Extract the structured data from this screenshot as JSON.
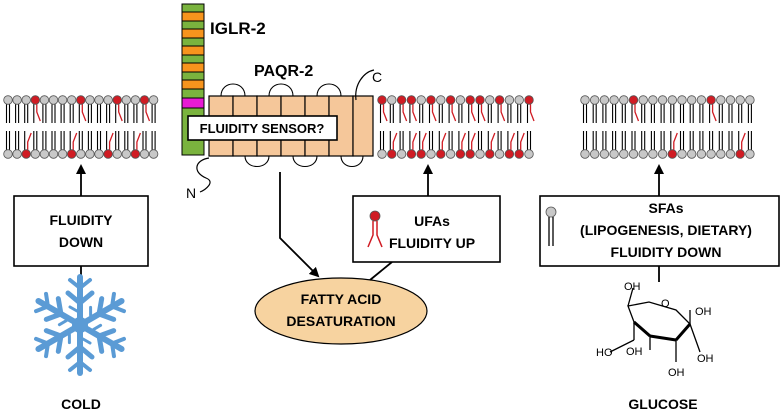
{
  "labels": {
    "iglr2": "IGLR-2",
    "paqr2": "PAQR-2",
    "c_term": "C",
    "n_term": "N",
    "sensor": "FLUIDITY SENSOR?",
    "cold_box_line1": "FLUIDITY",
    "cold_box_line2": "DOWN",
    "ufa_line1": "UFAs",
    "ufa_line2": "FLUIDITY UP",
    "sfa_line1": "SFAs",
    "sfa_line2": "(LIPOGENESIS, DIETARY)",
    "sfa_line3": "FLUIDITY DOWN",
    "desat_line1": "FATTY ACID",
    "desat_line2": "DESATURATION",
    "cold": "COLD",
    "glucose": "GLUCOSE",
    "oh1": "OH",
    "oh2": "OH",
    "oh3": "HO",
    "oh4": "OH",
    "oh5": "OH",
    "oh6": "OH"
  },
  "colors": {
    "lipid_head": "#c8c8c8",
    "ufa_head": "#d01c24",
    "kink": "#d01c24",
    "helix": "#f5c79a",
    "iglr_green": "#7ab33e",
    "iglr_orange": "#f7941d",
    "iglr_magenta": "#e81ad4",
    "desat_fill": "#f7d3a0",
    "snowflake": "#5b9bd5"
  },
  "icons": [
    "snowflake-icon",
    "glucose-structure-icon",
    "ufa-lipid-icon",
    "sfa-lipid-icon"
  ]
}
